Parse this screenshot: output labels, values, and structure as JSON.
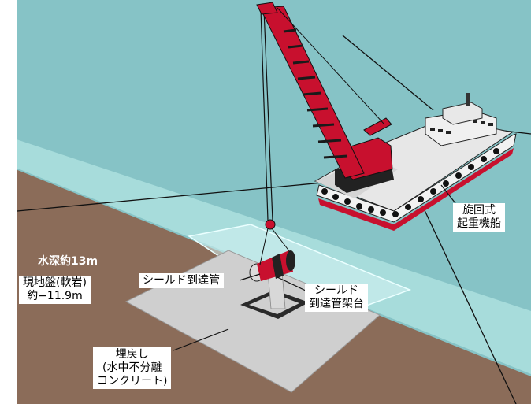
{
  "labels": {
    "water_depth": "水深約13m",
    "ground_line1": "現地盤(軟岩)",
    "ground_line2": "約−11.9m",
    "shield_pipe": "シールド到達管",
    "shield_stand_line1": "シールド",
    "shield_stand_line2": "到達管架台",
    "crane_ship_line1": "旋回式",
    "crane_ship_line2": "起重機船",
    "backfill_line1": "埋戻し",
    "backfill_line2": "(水中不分離",
    "backfill_line3": "コンクリート)"
  },
  "colors": {
    "water": "#8ec5c6",
    "water_shallow": "#a6d8d8",
    "seabed": "#8c6d5a",
    "slab": "#d0d0d0",
    "crane_boom": "#c8102e",
    "pipe": "#c8102e",
    "ship_hull": "#f4f4f4"
  }
}
